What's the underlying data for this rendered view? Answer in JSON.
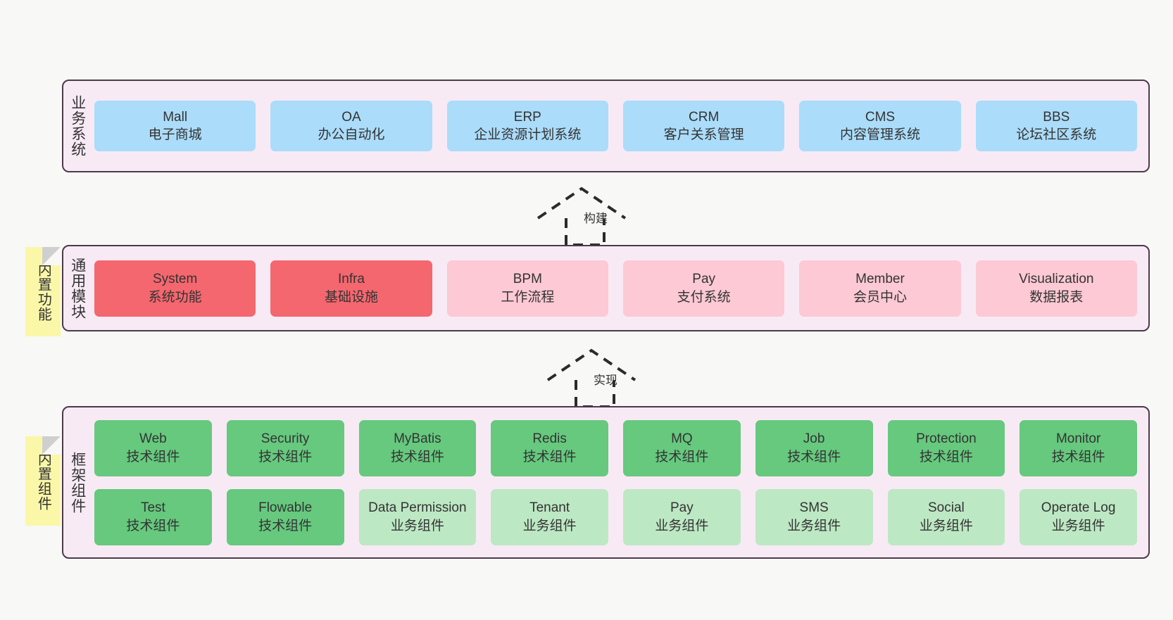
{
  "diagram": {
    "background_color": "#F8F8F6",
    "container_fill": "#F7EAF5",
    "container_border": "#4C3A4B"
  },
  "layers": [
    {
      "key": "business",
      "title": "业务系统",
      "rows": [
        {
          "cards": [
            {
              "en": "Mall",
              "cn": "电子商城",
              "color": "#ABDCFA"
            },
            {
              "en": "OA",
              "cn": "办公自动化",
              "color": "#ABDCFA"
            },
            {
              "en": "ERP",
              "cn": "企业资源计划系统",
              "color": "#ABDCFA"
            },
            {
              "en": "CRM",
              "cn": "客户关系管理",
              "color": "#ABDCFA"
            },
            {
              "en": "CMS",
              "cn": "内容管理系统",
              "color": "#ABDCFA"
            },
            {
              "en": "BBS",
              "cn": "论坛社区系统",
              "color": "#ABDCFA"
            }
          ]
        }
      ]
    },
    {
      "key": "modules",
      "title": "通用模块",
      "rows": [
        {
          "cards": [
            {
              "en": "System",
              "cn": "系统功能",
              "color": "#F4676E"
            },
            {
              "en": "Infra",
              "cn": "基础设施",
              "color": "#F4676E"
            },
            {
              "en": "BPM",
              "cn": "工作流程",
              "color": "#FCC9D4"
            },
            {
              "en": "Pay",
              "cn": "支付系统",
              "color": "#FCC9D4"
            },
            {
              "en": "Member",
              "cn": "会员中心",
              "color": "#FCC9D4"
            },
            {
              "en": "Visualization",
              "cn": "数据报表",
              "color": "#FCC9D4"
            }
          ]
        }
      ]
    },
    {
      "key": "framework",
      "title": "框架组件",
      "rows": [
        {
          "cards": [
            {
              "en": "Web",
              "cn": "技术组件",
              "color": "#66C97E"
            },
            {
              "en": "Security",
              "cn": "技术组件",
              "color": "#66C97E"
            },
            {
              "en": "MyBatis",
              "cn": "技术组件",
              "color": "#66C97E"
            },
            {
              "en": "Redis",
              "cn": "技术组件",
              "color": "#66C97E"
            },
            {
              "en": "MQ",
              "cn": "技术组件",
              "color": "#66C97E"
            },
            {
              "en": "Job",
              "cn": "技术组件",
              "color": "#66C97E"
            },
            {
              "en": "Protection",
              "cn": "技术组件",
              "color": "#66C97E"
            },
            {
              "en": "Monitor",
              "cn": "技术组件",
              "color": "#66C97E"
            }
          ]
        },
        {
          "cards": [
            {
              "en": "Test",
              "cn": "技术组件",
              "color": "#66C97E"
            },
            {
              "en": "Flowable",
              "cn": "技术组件",
              "color": "#66C97E"
            },
            {
              "en": "Data Permission",
              "cn": "业务组件",
              "color": "#BDE8C4"
            },
            {
              "en": "Tenant",
              "cn": "业务组件",
              "color": "#BDE8C4"
            },
            {
              "en": "Pay",
              "cn": "业务组件",
              "color": "#BDE8C4"
            },
            {
              "en": "SMS",
              "cn": "业务组件",
              "color": "#BDE8C4"
            },
            {
              "en": "Social",
              "cn": "业务组件",
              "color": "#BDE8C4"
            },
            {
              "en": "Operate Log",
              "cn": "业务组件",
              "color": "#BDE8C4"
            }
          ]
        }
      ]
    }
  ],
  "notes": [
    {
      "key": "builtin_function",
      "text": "内置功能",
      "color": "#FBF7A8"
    },
    {
      "key": "builtin_component",
      "text": "内置组件",
      "color": "#FBF7A8"
    }
  ],
  "connectors": [
    {
      "key": "build",
      "label": "构建",
      "style": "dashed-generalization"
    },
    {
      "key": "implement",
      "label": "实现",
      "style": "dashed-generalization"
    }
  ]
}
